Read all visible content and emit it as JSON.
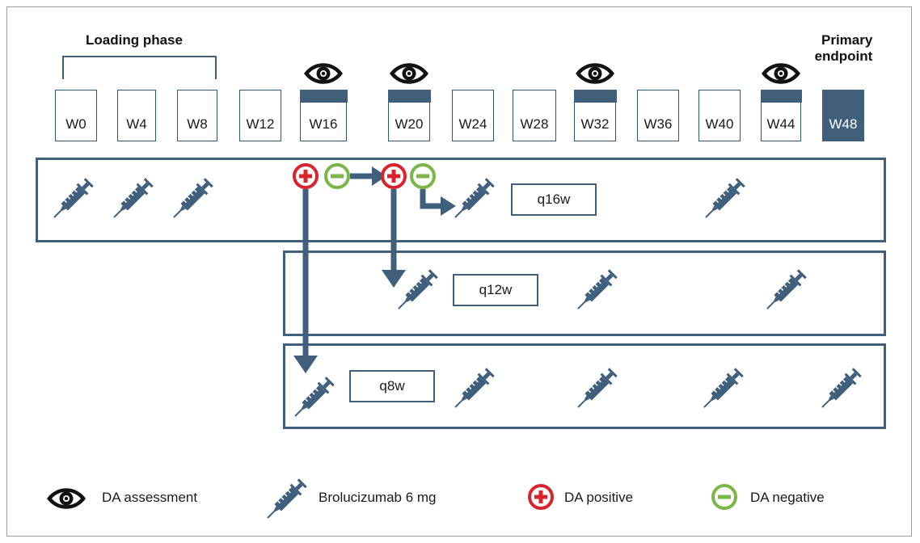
{
  "header": {
    "loading_phase": "Loading phase",
    "primary_endpoint_line1": "Primary",
    "primary_endpoint_line2": "endpoint"
  },
  "weeks": [
    "W0",
    "W4",
    "W8",
    "W12",
    "W16",
    "W20",
    "W24",
    "W28",
    "W32",
    "W36",
    "W40",
    "W44",
    "W48"
  ],
  "assessment_weeks": [
    "W16",
    "W20",
    "W32",
    "W44"
  ],
  "regimens": {
    "q16w": "q16w",
    "q12w": "q12w",
    "q8w": "q8w"
  },
  "legend": {
    "assessment": "DA assessment",
    "drug": "Brolucizumab 6 mg",
    "positive": "DA positive",
    "negative": "DA negative"
  },
  "colors": {
    "primary": "#3f5f7b",
    "positive": "#d9232d",
    "negative": "#7ab648"
  }
}
